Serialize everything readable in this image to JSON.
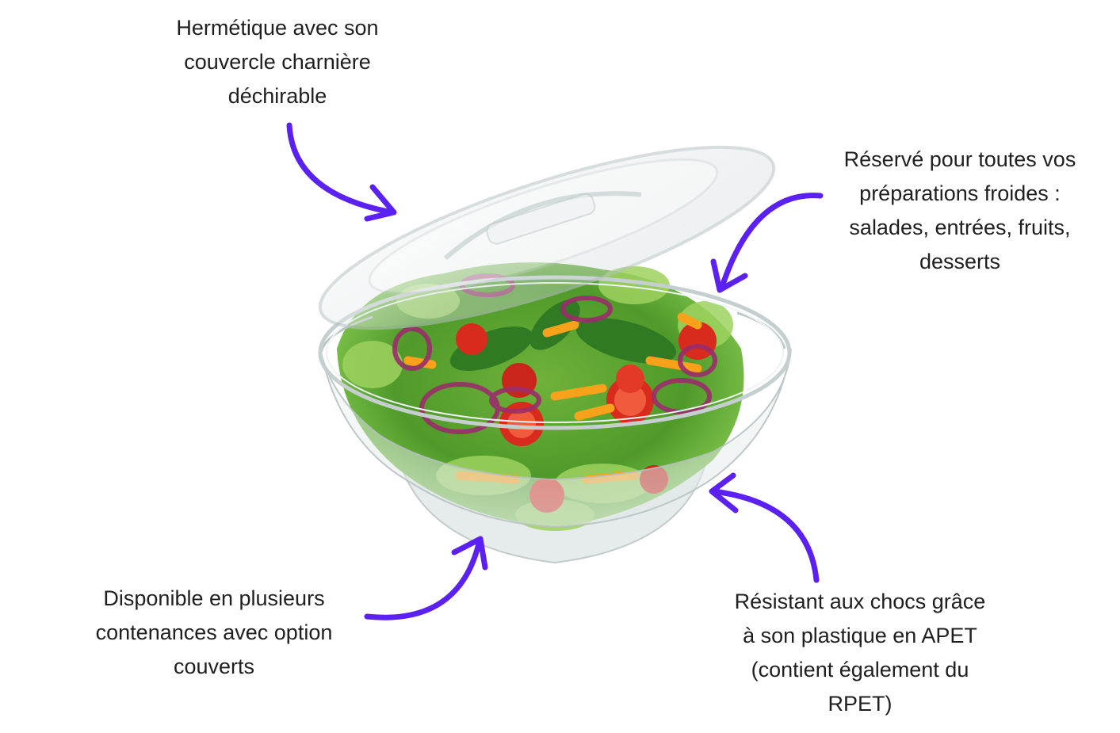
{
  "colors": {
    "arrow": "#5b21f2",
    "text": "#1f1f1f",
    "background": "#ffffff"
  },
  "product_image": {
    "icon": "salad-bowl-with-hinged-lid-illustration"
  },
  "callouts": {
    "top_left": {
      "lines": [
        "Hermétique avec son",
        "couvercle charnière",
        "déchirable"
      ]
    },
    "top_right": {
      "lines": [
        "Réservé pour toutes vos",
        "préparations froides :",
        "salades, entrées, fruits,",
        "desserts"
      ]
    },
    "bottom_left": {
      "lines": [
        "Disponible en plusieurs",
        "contenances avec option",
        "couverts"
      ]
    },
    "bottom_right": {
      "lines": [
        "Résistant aux chocs grâce",
        "à son plastique en APET",
        "(contient également du",
        "RPET)"
      ]
    }
  }
}
